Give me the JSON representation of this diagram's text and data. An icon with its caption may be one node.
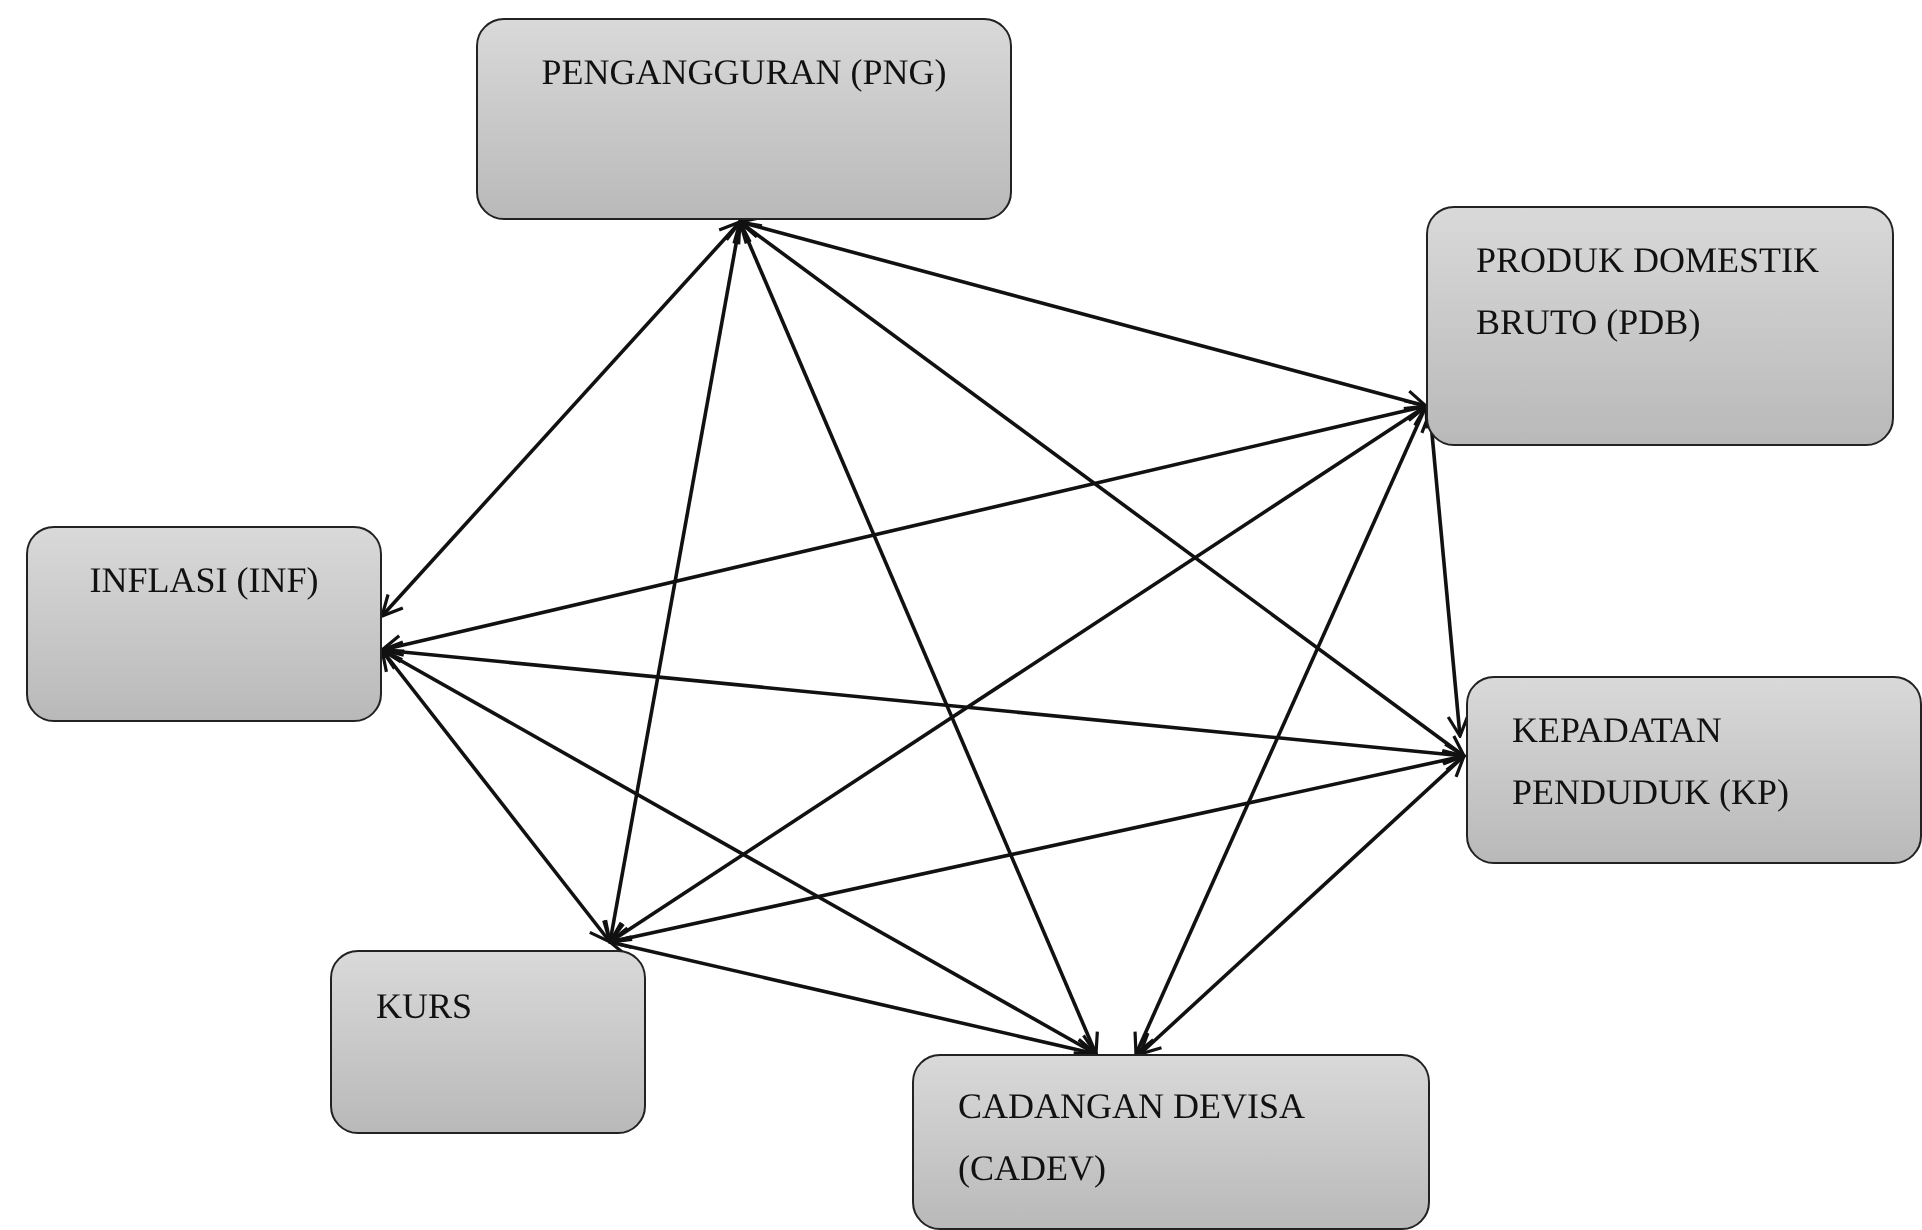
{
  "diagram": {
    "nodes": [
      {
        "text": [
          "PENGANGGURAN (PNG)"
        ]
      },
      {
        "text": [
          "PRODUK DOMESTIK BRUTO (PDB)"
        ]
      },
      {
        "text": [
          "INFLASI (INF)"
        ]
      },
      {
        "text": [
          "KEPADATAN PENDUDUK (KP)"
        ]
      },
      {
        "text": [
          "KURS"
        ]
      },
      {
        "text": [
          "CADANGAN DEVISA (CADEV)"
        ]
      }
    ],
    "edges": [
      {
        "from": 0,
        "to": 1,
        "arrow": "both"
      },
      {
        "from": 0,
        "to": 2,
        "arrow": "both"
      },
      {
        "from": 0,
        "to": 3,
        "arrow": "both"
      },
      {
        "from": 0,
        "to": 4,
        "arrow": "both"
      },
      {
        "from": 0,
        "to": 5,
        "arrow": "both"
      },
      {
        "from": 1,
        "to": 2,
        "arrow": "both"
      },
      {
        "from": 1,
        "to": 3,
        "arrow": "both"
      },
      {
        "from": 1,
        "to": 4,
        "arrow": "both"
      },
      {
        "from": 1,
        "to": 5,
        "arrow": "both"
      },
      {
        "from": 2,
        "to": 3,
        "arrow": "both"
      },
      {
        "from": 2,
        "to": 4,
        "arrow": "both"
      },
      {
        "from": 2,
        "to": 5,
        "arrow": "both"
      },
      {
        "from": 3,
        "to": 4,
        "arrow": "both"
      },
      {
        "from": 3,
        "to": 5,
        "arrow": "both"
      },
      {
        "from": 4,
        "to": 5,
        "arrow": "both"
      }
    ]
  }
}
